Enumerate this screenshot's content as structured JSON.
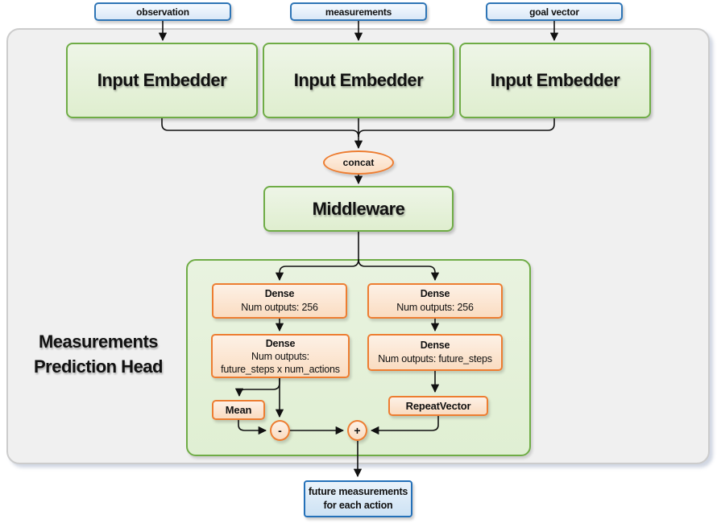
{
  "colors": {
    "blue_border": "#2E75B6",
    "blue_fill": "#D9E8F7",
    "green_border": "#70AD47",
    "green_fill": "#E2EFDA",
    "orange_border": "#ED7D31",
    "orange_fill": "#FBE5D6",
    "outer_container_fill": "#F0F0F0",
    "edge": "#111111"
  },
  "inputs": [
    {
      "label": "observation"
    },
    {
      "label": "measurements"
    },
    {
      "label": "goal vector"
    }
  ],
  "embedders": [
    {
      "label": "Input Embedder"
    },
    {
      "label": "Input Embedder"
    },
    {
      "label": "Input Embedder"
    }
  ],
  "concat": {
    "label": "concat"
  },
  "middleware": {
    "label": "Middleware"
  },
  "head": {
    "title": {
      "line1": "Measurements",
      "line2": "Prediction Head"
    },
    "left": {
      "dense1": {
        "title": "Dense",
        "sub": "Num outputs: 256"
      },
      "dense2": {
        "title": "Dense",
        "sub1": "Num outputs:",
        "sub2": "future_steps x num_actions"
      },
      "mean": {
        "label": "Mean"
      },
      "minus": {
        "label": "-"
      }
    },
    "right": {
      "dense1": {
        "title": "Dense",
        "sub": "Num outputs: 256"
      },
      "dense2": {
        "title": "Dense",
        "sub": "Num outputs: future_steps"
      },
      "repeat": {
        "label": "RepeatVector"
      },
      "plus": {
        "label": "+"
      }
    }
  },
  "output": {
    "line1": "future measurements",
    "line2": "for each action"
  }
}
